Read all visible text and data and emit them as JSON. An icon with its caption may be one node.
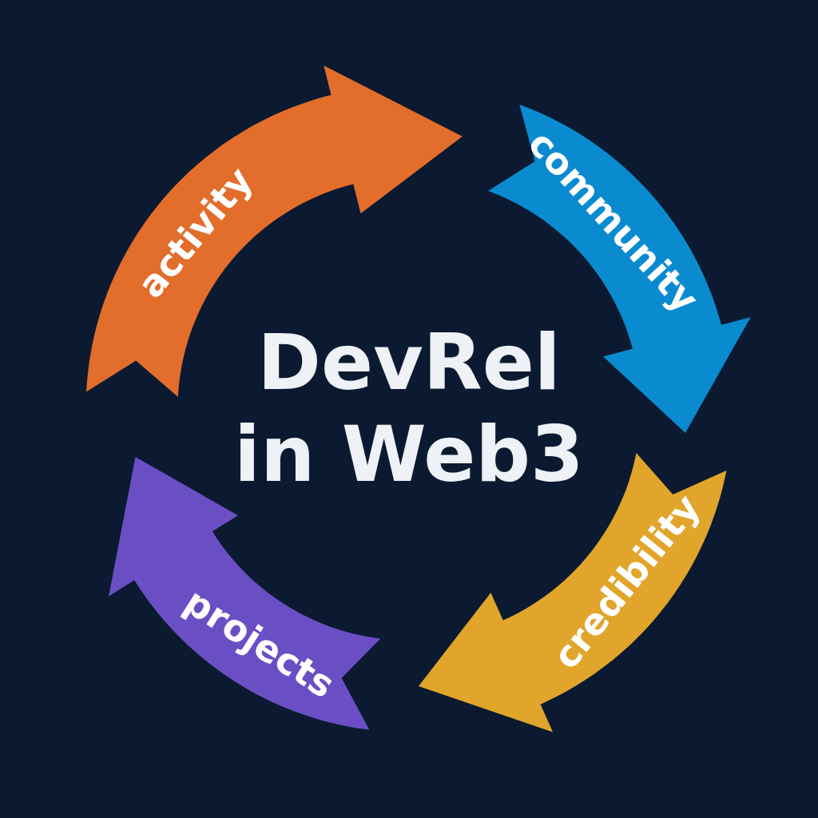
{
  "diagram": {
    "title": "DevRel in Web3",
    "nodes": [
      {
        "text": [
          "activity"
        ]
      },
      {
        "text": [
          "community"
        ]
      },
      {
        "text": [
          "credibility"
        ]
      },
      {
        "text": [
          "projects"
        ]
      }
    ]
  }
}
